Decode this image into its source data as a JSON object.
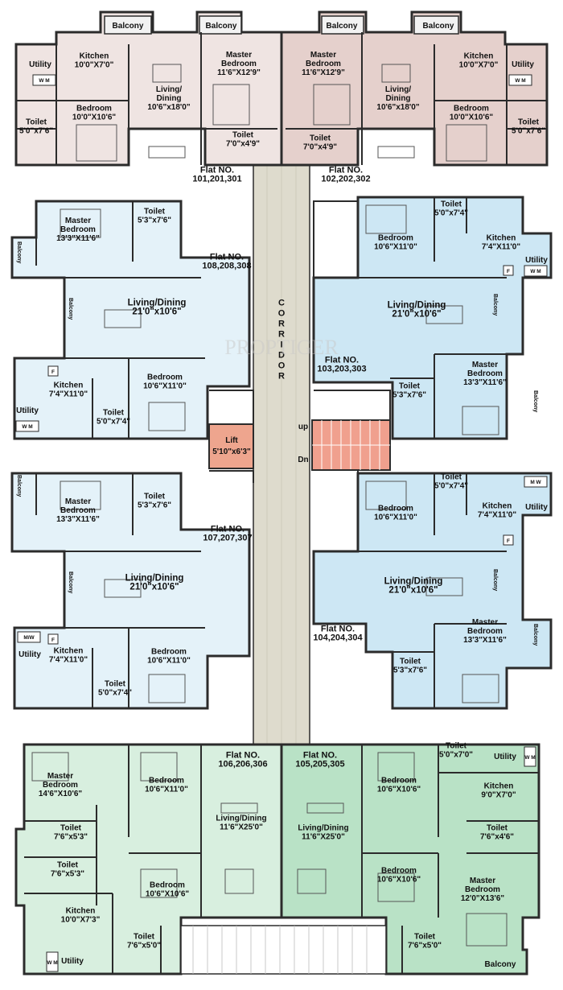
{
  "watermark": "PROPTIGER",
  "corridor": [
    "C",
    "O",
    "R",
    "R",
    "I",
    "D",
    "O",
    "R"
  ],
  "stairs": {
    "up": "up",
    "down": "Dn"
  },
  "lift": {
    "name": "Lift",
    "dim": "5'10\"x6'3\""
  },
  "colors": {
    "wall": "#2b2b2b",
    "top_left": "#efe4e2",
    "top_right": "#e5d0cc",
    "blue_left": "#e4f2f9",
    "blue_right": "#cde7f4",
    "green_left": "#d8efdf",
    "green_right": "#b9e2c6",
    "corridor": "#dedbcd",
    "lift": "#eea58e",
    "stair": "#f0a08e",
    "balcony_box": "#f2f2f2"
  },
  "flats": {
    "f101": "Flat NO.\n101,201,301",
    "f102": "Flat NO.\n102,202,302",
    "f108": "Flat NO.\n108,208,308",
    "f103": "Flat NO.\n103,203,303",
    "f107": "Flat NO.\n107,207,307",
    "f104": "Flat NO.\n104,204,304",
    "f106": "Flat NO.\n106,206,306",
    "f105": "Flat NO.\n105,205,305"
  },
  "rooms": {
    "tl_balcony1": "Balcony",
    "tl_balcony2": "Balcony",
    "tl_utility": "Utility",
    "tl_kitchen": "Kitchen\n10'0\"X7'0\"",
    "tl_living": "Living/\nDining\n10'6\"x18'0\"",
    "tl_master": "Master\nBedroom\n11'6\"X12'9\"",
    "tl_bedroom": "Bedroom\n10'0\"X10'6\"",
    "tl_toilet1": "Toilet\n5'0\"x7'6\"",
    "tl_toilet2": "Toilet\n7'0\"x4'9\"",
    "tl_wm": "W M",
    "tr_balcony1": "Balcony",
    "tr_balcony2": "Balcony",
    "tr_master": "Master\nBedroom\n11'6\"X12'9\"",
    "tr_living": "Living/\nDining\n10'6\"x18'0\"",
    "tr_kitchen": "Kitchen\n10'0\"X7'0\"",
    "tr_utility": "Utility",
    "tr_bedroom": "Bedroom\n10'0\"X10'6\"",
    "tr_toilet1": "Toilet\n5'0\"x7'6\"",
    "tr_toilet2": "Toilet\n7'0\"x4'9\"",
    "tr_wm": "W M",
    "b1_master": "Master\nBedroom\n13'3\"X11'6\"",
    "b1_toilet": "Toilet\n5'3\"x7'6\"",
    "b1_balcony1": "Balcony",
    "b1_balcony2": "Balcony",
    "b1_living": "Living/Dining\n21'0\"x10'6\"",
    "b1_kitchen": "Kitchen\n7'4\"X11'0\"",
    "b1_utility": "Utility",
    "b1_toilet2": "Toilet\n5'0\"x7'4\"",
    "b1_bedroom": "Bedroom\n10'6\"X11'0\"",
    "b1_wm": "W M",
    "b1_f": "F",
    "b2_bedroom": "Bedroom\n10'6\"X11'0\"",
    "b2_toilet1": "Toilet\n5'0\"x7'4\"",
    "b2_kitchen": "Kitchen\n7'4\"X11'0\"",
    "b2_utility": "Utility",
    "b2_living": "Living/Dining\n21'0\"x10'6\"",
    "b2_balcony1": "Balcony",
    "b2_balcony2": "Balcony",
    "b2_master": "Master\nBedroom\n13'3\"X11'6\"",
    "b2_toilet2": "Toilet\n5'3\"x7'6\"",
    "b2_wm": "W M",
    "b2_f": "F",
    "b3_master": "Master\nBedroom\n13'3\"X11'6\"",
    "b3_toilet": "Toilet\n5'3\"x7'6\"",
    "b3_balcony1": "Balcony",
    "b3_balcony2": "Balcony",
    "b3_living": "Living/Dining\n21'0\"x10'6\"",
    "b3_kitchen": "Kitchen\n7'4\"X11'0\"",
    "b3_utility": "Utility",
    "b3_toilet2": "Toilet\n5'0\"x7'4\"",
    "b3_bedroom": "Bedroom\n10'6\"X11'0\"",
    "b3_wm": "M/W",
    "b3_f": "F",
    "b4_bedroom": "Bedroom\n10'6\"X11'0\"",
    "b4_toilet1": "Toilet\n5'0\"x7'4\"",
    "b4_kitchen": "Kitchen\n7'4\"X11'0\"",
    "b4_utility": "Utility",
    "b4_living": "Living/Dining\n21'0\"x10'6\"",
    "b4_balcony1": "Balcony",
    "b4_balcony2": "Balcony",
    "b4_master": "Master\nBedroom\n13'3\"X11'6\"",
    "b4_toilet2": "Toilet\n5'3\"x7'6\"",
    "b4_wm": "M W",
    "b4_f": "F",
    "gl_master": "Master\nBedroom\n14'6\"X10'6\"",
    "gl_bedroom1": "Bedroom\n10'6\"X11'0\"",
    "gl_living": "Living/Dining\n11'6\"X25'0\"",
    "gl_toilet1": "Toilet\n7'6\"x5'3\"",
    "gl_toilet2": "Toilet\n7'6\"x5'3\"",
    "gl_bedroom2": "Bedroom\n10'6\"X10'6\"",
    "gl_kitchen": "Kitchen\n10'0\"X7'3\"",
    "gl_toilet3": "Toilet\n7'6\"x5'0\"",
    "gl_utility": "Utility",
    "gl_wm": "W M",
    "gr_bedroom1": "Bedroom\n10'6\"X10'6\"",
    "gr_toilet1": "Toilet\n5'0\"x7'0\"",
    "gr_utility": "Utility",
    "gr_kitchen": "Kitchen\n9'0\"X7'0\"",
    "gr_toilet2": "Toilet\n7'6\"x4'6\"",
    "gr_living": "Living/Dining\n11'6\"X25'0\"",
    "gr_bedroom2": "Bedroom\n10'6\"X10'6\"",
    "gr_master": "Master\nBedroom\n12'0\"X13'6\"",
    "gr_toilet3": "Toilet\n7'6\"x5'0\"",
    "gr_balcony": "Balcony",
    "gr_wm": "W M"
  }
}
